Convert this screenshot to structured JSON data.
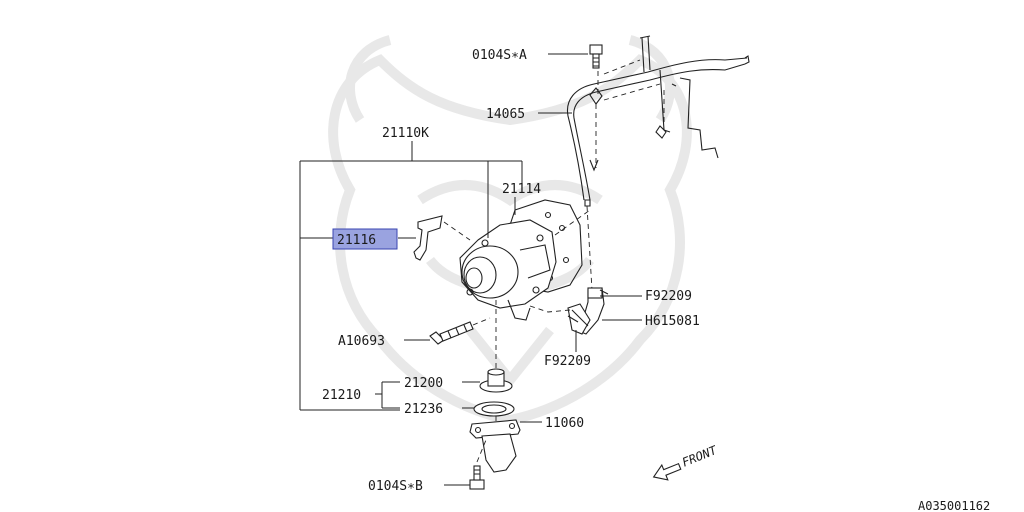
{
  "parts": {
    "bolt_top": "0104S∗A",
    "pipe": "14065",
    "kit": "21110K",
    "gasket": "21114",
    "highlighted": "21116",
    "hose_clamp_top": "F92209",
    "hose": "H615081",
    "hose_clamp_bottom": "F92209",
    "bolt_pump": "A10693",
    "thermostat": "21200",
    "thermostat_group": "21210",
    "thermostat_gasket": "21236",
    "thermostat_cover": "11060",
    "bolt_bottom": "0104S∗B"
  },
  "front_label": "FRONT",
  "diagram_id": "A035001162",
  "colors": {
    "highlight_fill": "#9aa3e0",
    "highlight_border": "#3a46b0",
    "line": "#222222"
  }
}
